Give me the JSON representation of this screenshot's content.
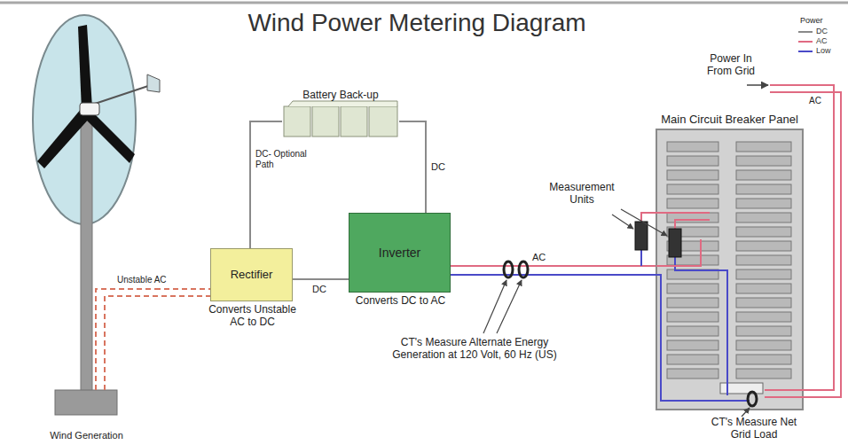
{
  "diagram": {
    "title": "Wind Power Metering Diagram",
    "nodes": [
      {
        "text": [
          "Wind Generation"
        ]
      },
      {
        "text": [
          "Battery Back-up"
        ]
      },
      {
        "text": [
          "Rectifier",
          "Converts Unstable AC to DC"
        ]
      },
      {
        "text": [
          "Inverter",
          "Converts DC to AC"
        ]
      },
      {
        "text": [
          "Main Circuit Breaker Panel"
        ]
      }
    ],
    "edges": [
      {
        "from": 0,
        "to": 2,
        "arrow": "none",
        "label": "Unstable AC"
      },
      {
        "from": 2,
        "to": 1,
        "arrow": "none",
        "label": "DC- Optional Path"
      },
      {
        "from": 2,
        "to": 3,
        "arrow": "none",
        "label": "DC"
      },
      {
        "from": 1,
        "to": 3,
        "arrow": "none",
        "label": "DC"
      },
      {
        "from": 3,
        "to": 4,
        "arrow": "none",
        "label": "AC"
      }
    ],
    "labels": [
      "Power",
      "Power In From Grid",
      "AC",
      "Measurement Units",
      "CT's Measure Alternate Energy Generation at 120 Volt, 60 Hz (US)",
      "CT's Measure Net Grid Load"
    ],
    "legend": [
      {
        "text": "DC"
      },
      {
        "text": "AC"
      },
      {
        "text": "Low"
      }
    ]
  }
}
